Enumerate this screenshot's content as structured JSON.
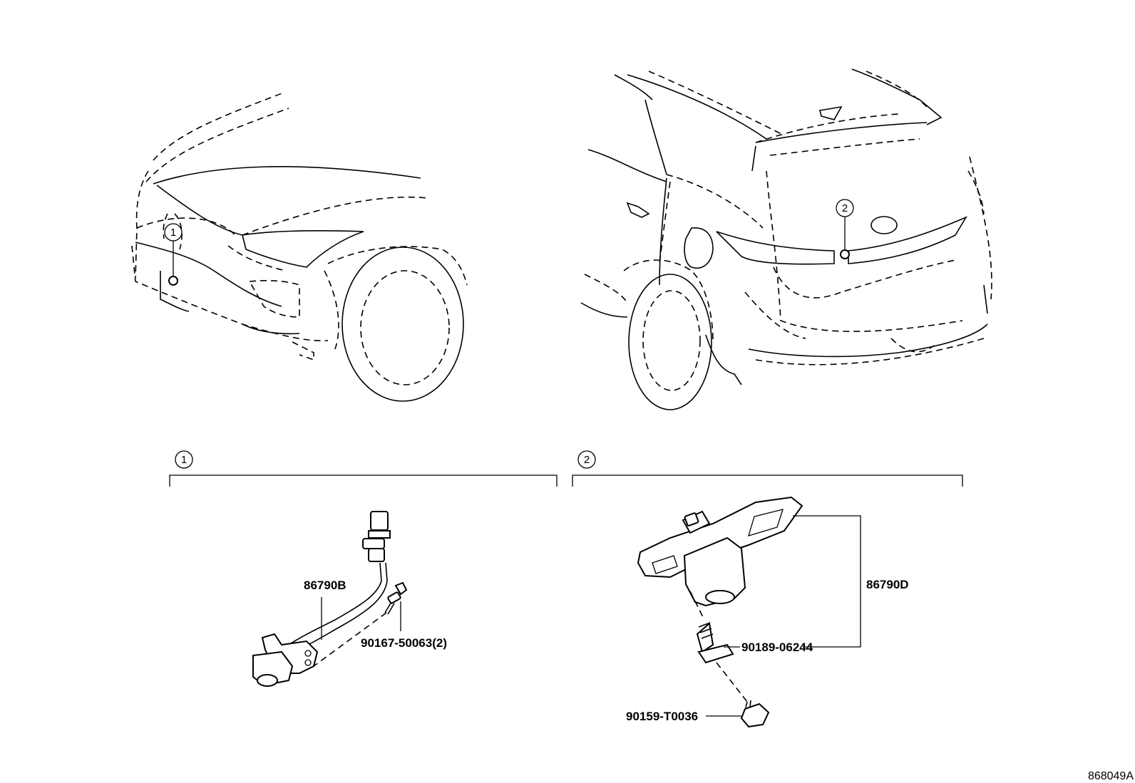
{
  "callouts": {
    "front": "1",
    "rear": "2",
    "group_1": "1",
    "group_2": "2"
  },
  "parts": {
    "camera_front": "86790B",
    "bolt_front": "90167-50063(2)",
    "camera_rear": "86790D",
    "clip_rear": "90189-06244",
    "screw_rear": "90159-T0036"
  },
  "diagram_ref": "868049A"
}
